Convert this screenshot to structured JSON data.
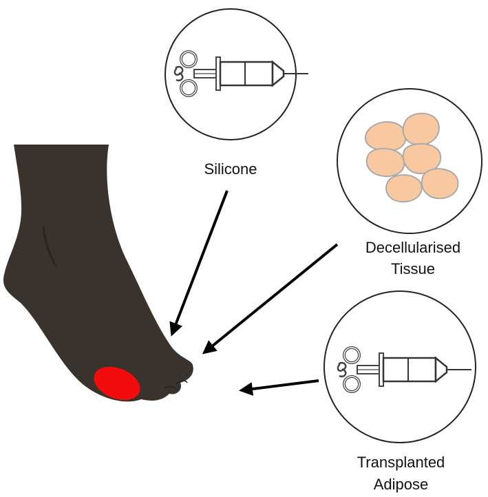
{
  "labels": {
    "silicone": "Silicone",
    "decellularised_line1": "Decellularised",
    "decellularised_line2": "Tissue",
    "transplanted_line1": "Transplanted",
    "transplanted_line2": "Adipose"
  },
  "colors": {
    "skin": "#3a322c",
    "ulcer": "#f20c0c",
    "silicone_fluid": "#1e9be0",
    "adipose_fluid": "#f5c313",
    "tissue_fill": "#f8c9a0",
    "tissue_stroke": "#a9a9a9",
    "arrow": "#000000"
  },
  "icons": {
    "syringe": "syringe-icon",
    "tissue": "tissue-cells-icon",
    "foot": "foot-icon"
  }
}
